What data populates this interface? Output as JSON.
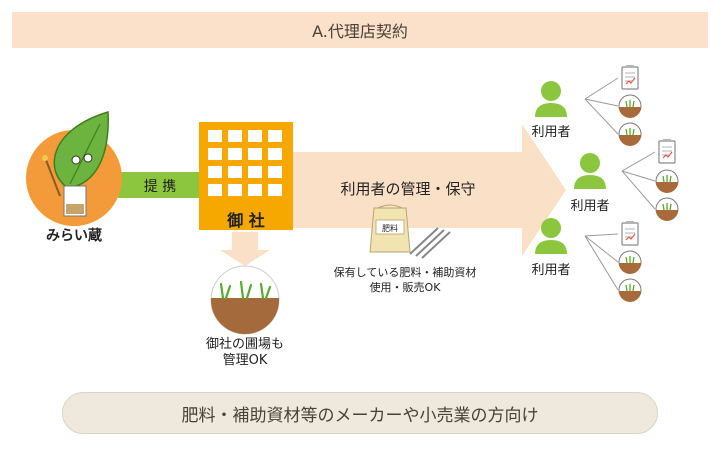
{
  "header": {
    "title": "A.代理店契約"
  },
  "mascot": {
    "name": "みらい蔵"
  },
  "partnership": {
    "label": "提 携"
  },
  "company": {
    "name": "御 社"
  },
  "arrow_main": {
    "label": "利用者の管理・保守"
  },
  "fertilizer": {
    "bag_label": "肥料",
    "caption_line1": "保有している肥料・補助資材",
    "caption_line2": "使用・販売OK"
  },
  "field": {
    "caption_line1": "御社の圃場も",
    "caption_line2": "管理OK"
  },
  "users": [
    {
      "label": "利用者"
    },
    {
      "label": "利用者"
    },
    {
      "label": "利用者"
    }
  ],
  "footer": {
    "text": "肥料・補助資材等のメーカーや小売業の方向け"
  },
  "colors": {
    "title_bg": "#fbe1c9",
    "arrow_fill": "#fbe0c8",
    "building": "#f6a800",
    "green_bar": "#8cc63f",
    "user_green": "#8cc63f",
    "mascot_circle": "#f39a3a",
    "footer_bg": "#efe9dd"
  },
  "icons": [
    "document-icon",
    "soil-sprout-icon",
    "person-icon",
    "building-icon",
    "fertilizer-bag-icon",
    "leaf-mascot-icon"
  ]
}
